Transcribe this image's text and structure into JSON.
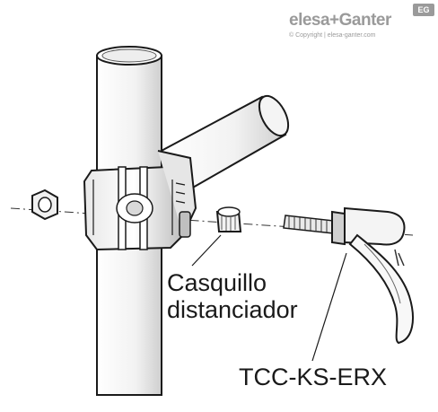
{
  "brand": {
    "name": "elesa+Ganter",
    "badge": "EG",
    "copyright": "© Copyright | elesa-ganter.com"
  },
  "labels": {
    "spacer_line1": "Casquillo",
    "spacer_line2": "distanciador",
    "product_code": "TCC-KS-ERX"
  }
}
